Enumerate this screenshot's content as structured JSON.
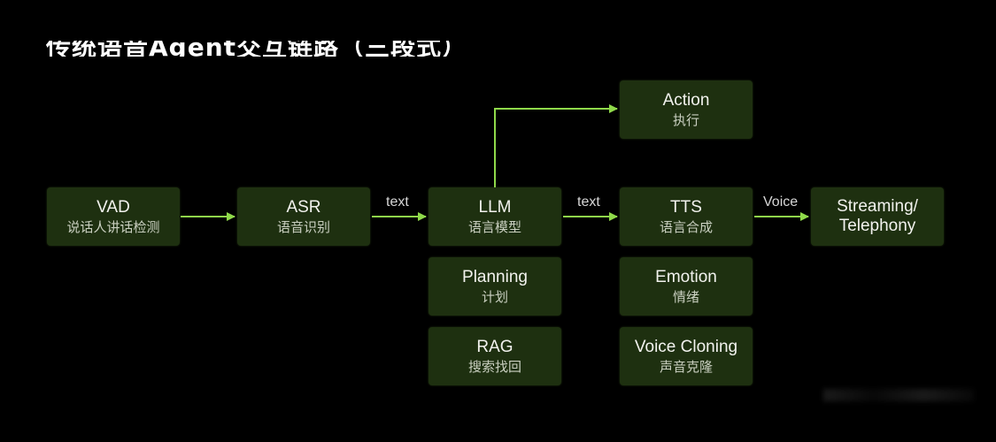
{
  "title": "传统语音Agent交互链路（三段式）",
  "colors": {
    "background": "#000000",
    "box_fill": "#1e3010",
    "arrow": "#8fd94a"
  },
  "nodes": {
    "vad": {
      "en": "VAD",
      "zh": "说话人讲话检测"
    },
    "asr": {
      "en": "ASR",
      "zh": "语音识别"
    },
    "llm": {
      "en": "LLM",
      "zh": "语言模型"
    },
    "action": {
      "en": "Action",
      "zh": "执行"
    },
    "tts": {
      "en": "TTS",
      "zh": "语言合成"
    },
    "streaming": {
      "en": "Streaming/\nTelephony",
      "line1": "Streaming/",
      "line2": "Telephony"
    },
    "planning": {
      "en": "Planning",
      "zh": "计划"
    },
    "rag": {
      "en": "RAG",
      "zh": "搜索找回"
    },
    "emotion": {
      "en": "Emotion",
      "zh": "情绪"
    },
    "voice_cloning": {
      "en": "Voice Cloning",
      "zh": "声音克隆"
    }
  },
  "edges": [
    {
      "from": "VAD",
      "to": "ASR",
      "label": ""
    },
    {
      "from": "ASR",
      "to": "LLM",
      "label": "text"
    },
    {
      "from": "LLM",
      "to": "TTS",
      "label": "text"
    },
    {
      "from": "LLM",
      "to": "Action",
      "label": ""
    },
    {
      "from": "TTS",
      "to": "Streaming/Telephony",
      "label": "Voice"
    }
  ],
  "edge_labels": {
    "asr_llm": "text",
    "llm_tts": "text",
    "tts_streaming": "Voice"
  }
}
